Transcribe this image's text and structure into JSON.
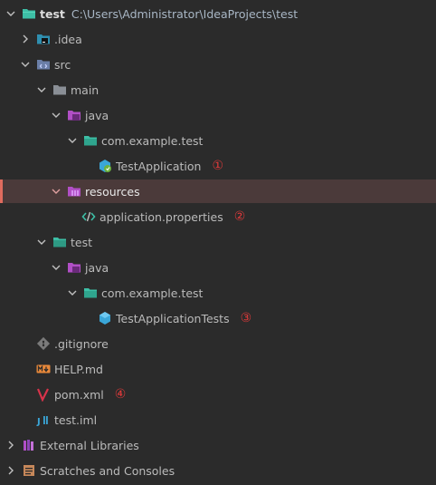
{
  "tree": {
    "root": {
      "label": "test",
      "path": "C:\\Users\\Administrator\\IdeaProjects\\test"
    },
    "idea": {
      "label": ".idea"
    },
    "src": {
      "label": "src"
    },
    "main": {
      "label": "main"
    },
    "main_java": {
      "label": "java"
    },
    "main_pkg": {
      "label": "com.example.test"
    },
    "test_application": {
      "label": "TestApplication",
      "marker": "①"
    },
    "resources": {
      "label": "resources"
    },
    "app_properties": {
      "label": "application.properties",
      "marker": "②"
    },
    "test_folder": {
      "label": "test"
    },
    "test_java": {
      "label": "java"
    },
    "test_pkg": {
      "label": "com.example.test"
    },
    "test_app_tests": {
      "label": "TestApplicationTests",
      "marker": "③"
    },
    "gitignore": {
      "label": ".gitignore"
    },
    "help": {
      "label": "HELP.md"
    },
    "pom": {
      "label": "pom.xml",
      "marker": "④"
    },
    "iml": {
      "label": "test.iml"
    },
    "external_libraries": {
      "label": "External Libraries"
    },
    "scratches": {
      "label": "Scratches and Consoles"
    }
  },
  "colors": {
    "background": "#2b2b2b",
    "selection": "#4b3a3a",
    "accent_teal": "#3dbfa6",
    "folder_gray": "#9aa0a6",
    "java_purple": "#b14fc6",
    "marker_red": "#e03a3a"
  },
  "icons": {
    "project": "teal-folder-icon",
    "idea": "idea-folder-icon",
    "src": "source-folder-icon",
    "java": "java-source-root-icon",
    "package": "package-folder-icon",
    "spring_class": "spring-boot-class-icon",
    "resources": "resources-folder-icon",
    "properties": "properties-file-icon",
    "test_class": "test-class-icon",
    "gitignore": "gitignore-icon",
    "markdown": "markdown-icon",
    "maven": "maven-icon",
    "iml": "iml-module-icon",
    "libraries": "libraries-icon",
    "scratches": "scratches-icon"
  }
}
